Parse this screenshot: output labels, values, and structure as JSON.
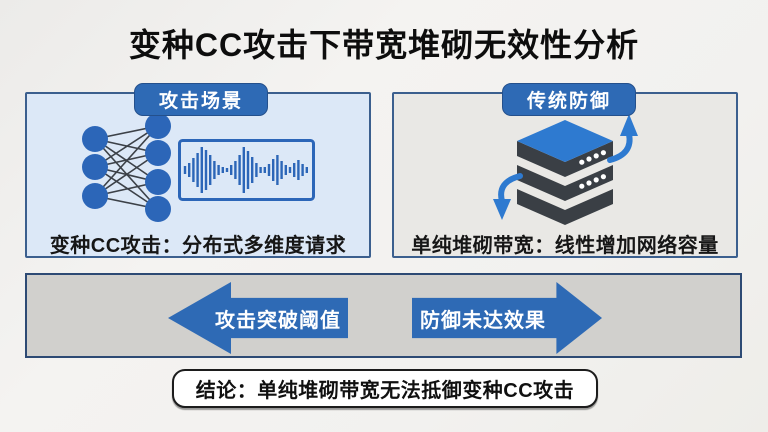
{
  "title": "变种CC攻击下带宽堆砌无效性分析",
  "panels": {
    "attack": {
      "badge": "攻击场景",
      "caption": "变种CC攻击：分布式多维度请求",
      "icons": [
        "neural-network-icon",
        "waveform-icon"
      ]
    },
    "defense": {
      "badge": "传统防御",
      "caption": "单纯堆砌带宽：线性增加网络容量",
      "icons": [
        "server-stack-icon"
      ]
    }
  },
  "band": {
    "left_arrow_label": "攻击突破阈值",
    "right_arrow_label": "防御未达效果"
  },
  "conclusion": "结论：单纯堆砌带宽无法抵御变种CC攻击",
  "colors": {
    "accent_blue": "#2e6ab5",
    "icon_blue": "#2c66b8",
    "server_top_blue": "#2e7ad0",
    "dark_slate": "#3a3f45",
    "panel_attack_bg": "#dce8f7",
    "panel_defense_bg": "#e9e8e5",
    "panel_border": "#3b5f8e",
    "band_bg": "#d1d0cd",
    "band_border": "#2d4a74",
    "arrow_text": "#ffffff",
    "text_dark": "#0d0d0d"
  }
}
